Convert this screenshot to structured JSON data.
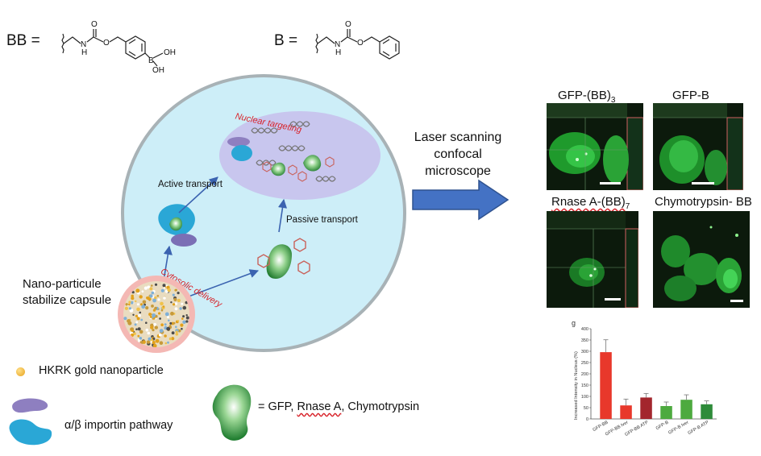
{
  "definitions": {
    "bb_label": "BB =",
    "b_label": "B =",
    "bb_atoms": {
      "o1": "O",
      "nh": "N",
      "h": "H",
      "o2": "O",
      "b": "B",
      "oh1": "OH",
      "oh2": "OH"
    },
    "b_atoms": {
      "o1": "O",
      "nh": "N",
      "h": "H",
      "o2": "O"
    }
  },
  "cell": {
    "nuclear_targeting": "Nuclear targeting",
    "active_transport": "Active transport",
    "passive_transport": "Passive transport",
    "cytosolic_delivery": "Cytosolic delivery"
  },
  "capsule": {
    "line1": "Nano-particule",
    "line2": "stabilize capsule"
  },
  "laser": {
    "text": "Laser scanning confocal microscope"
  },
  "micrographs": {
    "gfp_bb3": {
      "base": "GFP-(BB)",
      "sub": "3"
    },
    "gfp_b": {
      "title": "GFP-B"
    },
    "rnase_bb7": {
      "base": "Rnase A-(BB)",
      "sub": "7"
    },
    "chymo_bb": {
      "title": "Chymotrypsin- BB"
    }
  },
  "legend": {
    "gold": "HKRK gold nanoparticle",
    "importin": "α/β importin pathway",
    "protein_prefix": "= GFP, ",
    "protein_rnase": "Rnase A",
    "protein_suffix": ", Chymotrypsin"
  },
  "chart_data": {
    "type": "bar",
    "panel_letter": "g",
    "ylabel": "Increased Intensity in Nucleus (%)",
    "ylim": [
      0,
      400
    ],
    "yticks": [
      0,
      50,
      100,
      150,
      200,
      250,
      300,
      350,
      400
    ],
    "categories": [
      "GFP-BB",
      "GFP-BB Iver",
      "GFP-BB ATP",
      "GFP-B",
      "GFP-B Iver",
      "GFP-B ATP"
    ],
    "values": [
      296,
      60,
      95,
      57,
      85,
      65
    ],
    "errors": [
      55,
      28,
      18,
      18,
      22,
      15
    ],
    "colors": [
      "#e8382b",
      "#e8382b",
      "#a3262d",
      "#4daa3f",
      "#4daa3f",
      "#2e8b3a"
    ]
  }
}
